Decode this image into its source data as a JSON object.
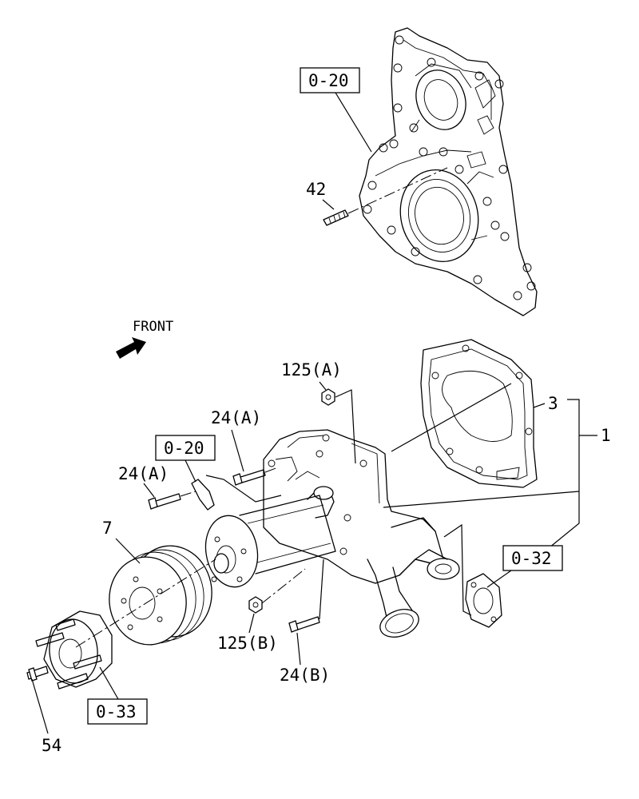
{
  "labels": {
    "ref_top": "0-20",
    "part_42": "42",
    "front": "FRONT",
    "part_125a": "125(A)",
    "part_24a_upper": "24(A)",
    "ref_mid": "0-20",
    "part_24a_lower": "24(A)",
    "part_3": "3",
    "part_1": "1",
    "part_7": "7",
    "ref_right": "0-32",
    "part_125b": "125(B)",
    "part_24b": "24(B)",
    "ref_bottom": "0-33",
    "part_54": "54"
  },
  "icons": {
    "front_arrow": "arrow-right-icon"
  }
}
